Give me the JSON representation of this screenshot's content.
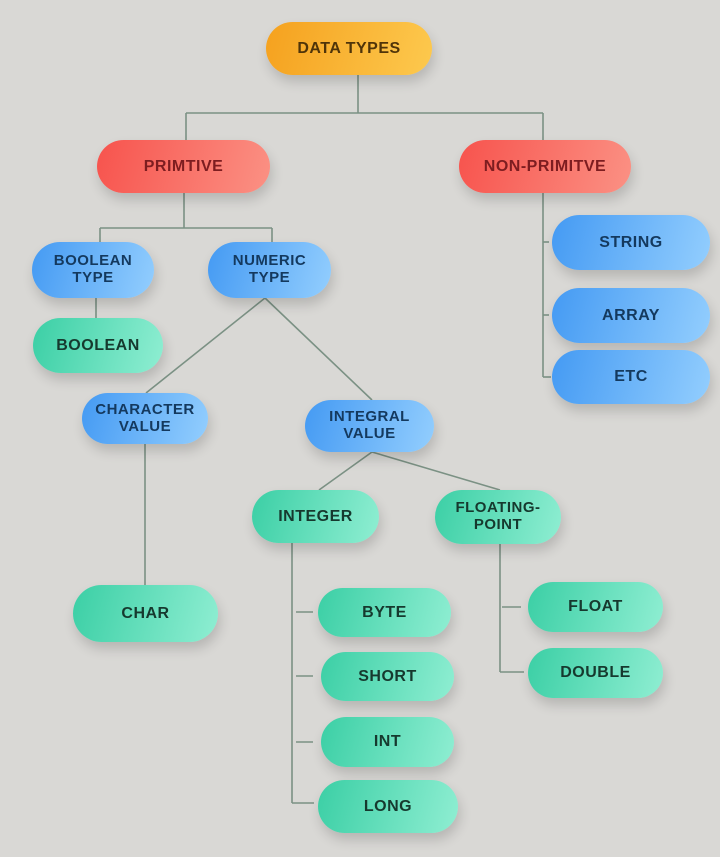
{
  "diagram": {
    "background_color": "#d9d8d5",
    "connector_color": "#7b9184",
    "node_colors": {
      "orange": [
        "#f5a11e",
        "#fdc94e"
      ],
      "red": [
        "#f7534d",
        "#fb9184"
      ],
      "blue": [
        "#449af3",
        "#93cefe"
      ],
      "green": [
        "#3bcfa5",
        "#8feed2"
      ]
    },
    "nodes": {
      "data_types": "DATA TYPES",
      "primtive": "PRIMTIVE",
      "non_primitve": "NON-PRIMITVE",
      "boolean_type": "BOOLEAN\nTYPE",
      "numeric_type": "NUMERIC\nTYPE",
      "boolean": "BOOLEAN",
      "character_value": "CHARACTER\nVALUE",
      "integral_value": "INTEGRAL\nVALUE",
      "char": "CHAR",
      "integer": "INTEGER",
      "floating_point": "FLOATING-\nPOINT",
      "byte": "BYTE",
      "short": "SHORT",
      "int": "INT",
      "long": "LONG",
      "float": "FLOAT",
      "double": "DOUBLE",
      "string": "STRING",
      "array": "ARRAY",
      "etc": "ETC"
    },
    "edges": [
      {
        "from": "data_types",
        "to": "primtive"
      },
      {
        "from": "data_types",
        "to": "non_primitve"
      },
      {
        "from": "primtive",
        "to": "boolean_type"
      },
      {
        "from": "primtive",
        "to": "numeric_type"
      },
      {
        "from": "boolean_type",
        "to": "boolean"
      },
      {
        "from": "numeric_type",
        "to": "character_value"
      },
      {
        "from": "numeric_type",
        "to": "integral_value"
      },
      {
        "from": "character_value",
        "to": "char"
      },
      {
        "from": "integral_value",
        "to": "integer"
      },
      {
        "from": "integral_value",
        "to": "floating_point"
      },
      {
        "from": "integer",
        "to": "byte"
      },
      {
        "from": "integer",
        "to": "short"
      },
      {
        "from": "integer",
        "to": "int"
      },
      {
        "from": "integer",
        "to": "long"
      },
      {
        "from": "floating_point",
        "to": "float"
      },
      {
        "from": "floating_point",
        "to": "double"
      },
      {
        "from": "non_primitve",
        "to": "string"
      },
      {
        "from": "non_primitve",
        "to": "array"
      },
      {
        "from": "non_primitve",
        "to": "etc"
      }
    ]
  }
}
